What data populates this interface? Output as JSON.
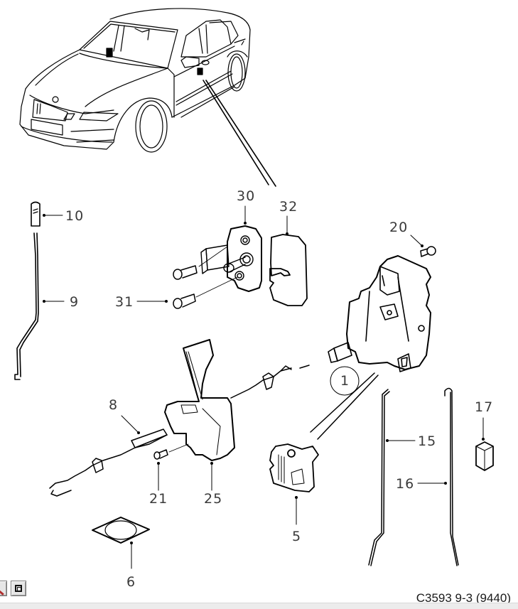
{
  "diagram": {
    "title_reference": "C3593 9-3 (9440)",
    "callouts": [
      {
        "id": "callout-1",
        "text": "1",
        "circled": true
      },
      {
        "id": "callout-5",
        "text": "5"
      },
      {
        "id": "callout-6",
        "text": "6"
      },
      {
        "id": "callout-8",
        "text": "8"
      },
      {
        "id": "callout-9",
        "text": "9"
      },
      {
        "id": "callout-10",
        "text": "10"
      },
      {
        "id": "callout-15",
        "text": "15"
      },
      {
        "id": "callout-16",
        "text": "16"
      },
      {
        "id": "callout-17",
        "text": "17"
      },
      {
        "id": "callout-20",
        "text": "20"
      },
      {
        "id": "callout-21",
        "text": "21"
      },
      {
        "id": "callout-25",
        "text": "25"
      },
      {
        "id": "callout-30",
        "text": "30"
      },
      {
        "id": "callout-31",
        "text": "31"
      },
      {
        "id": "callout-32",
        "text": "32"
      }
    ],
    "parts": [
      "car-overview",
      "door-lock-unit",
      "striker-plate",
      "striker-shim",
      "striker-screws",
      "lock-screw",
      "lock-cover",
      "cover-screw",
      "inner-handle-cable",
      "lock-knob-rod",
      "lock-knob",
      "rod-15",
      "rod-16",
      "rod-clip",
      "lock-cylinder-bracket",
      "sealing-patch"
    ]
  },
  "toolbar": {
    "buttons": [
      {
        "name": "edit-button",
        "icon": "pencil-icon"
      },
      {
        "name": "fit-frame-button",
        "icon": "frame-icon"
      }
    ]
  }
}
